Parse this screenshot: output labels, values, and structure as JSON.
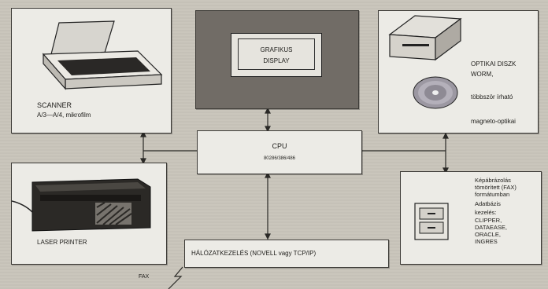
{
  "display": {
    "line1": "GRAFIKUS",
    "line2": "DISPLAY"
  },
  "cpu": {
    "title": "CPU",
    "sub": "80286/386/486"
  },
  "scanner": {
    "title": "SCANNER",
    "sub": "A/3—A/4, mikrofilm"
  },
  "optical": {
    "title": "OPTIKAI DISZK",
    "worm": "WORM,",
    "rewritable": "többször írható",
    "magneto": "magneto-optikai"
  },
  "printer": {
    "title": "LASER PRINTER"
  },
  "network": {
    "label": "HÁLÓZATKEZELÉS (NOVELL vagy TCP/IP)"
  },
  "fax": {
    "label": "FAX"
  },
  "database": {
    "line1": "Képábrázolás",
    "line2": "tömörített (FAX)",
    "line3": "formátumban",
    "line4": "Adatbázis",
    "line5": "kezelés:",
    "line6": "CLIPPER,",
    "line7": "DATAEASE,",
    "line8": "ORACLE,",
    "line9": "INGRES"
  }
}
